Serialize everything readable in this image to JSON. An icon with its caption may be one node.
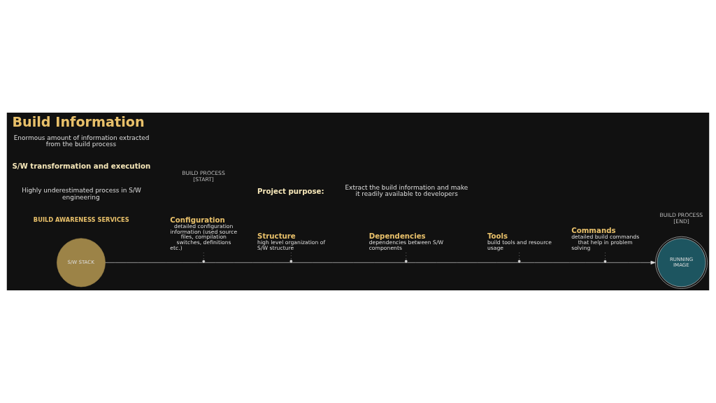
{
  "diagram": {
    "title": "Build Information",
    "nodes": [
      {
        "text": [
          "S/W STACK"
        ]
      },
      {
        "text": [
          "Configuration",
          "detailed configuration information (used source files, compilation switches, definitions etc.)"
        ]
      },
      {
        "text": [
          "Structure",
          "high level organization of S/W structure"
        ]
      },
      {
        "text": [
          "Dependencies",
          "dependencies between S/W components"
        ]
      },
      {
        "text": [
          "Tools",
          "build tools and resource usage"
        ]
      },
      {
        "text": [
          "Commands",
          "detailed build commands that help in problem solving"
        ]
      },
      {
        "text": [
          "RUNNING IMAGE"
        ]
      }
    ],
    "edges": [
      {
        "from": 0,
        "to": 6,
        "arrow": "to"
      },
      {
        "from": 1,
        "to": null,
        "arrow": "other",
        "style": "dashed"
      },
      {
        "from": 2,
        "to": null,
        "arrow": "other",
        "style": "dashed"
      },
      {
        "from": 3,
        "to": null,
        "arrow": "other",
        "style": "dashed"
      },
      {
        "from": 4,
        "to": null,
        "arrow": "other",
        "style": "dashed"
      },
      {
        "from": 5,
        "to": null,
        "arrow": "other",
        "style": "dashed"
      }
    ],
    "labels": [
      "BUILD AWARENESS SERVICES",
      "Highly underestimated process in S/W engineering",
      "S/W transformation and execution",
      "Enormous amount of information extracted from the build process",
      "BUILD PROCESS [START]",
      "BUILD PROCESS [END]",
      "Project purpose:",
      "Extract the build information and make it readily available to developers"
    ]
  }
}
